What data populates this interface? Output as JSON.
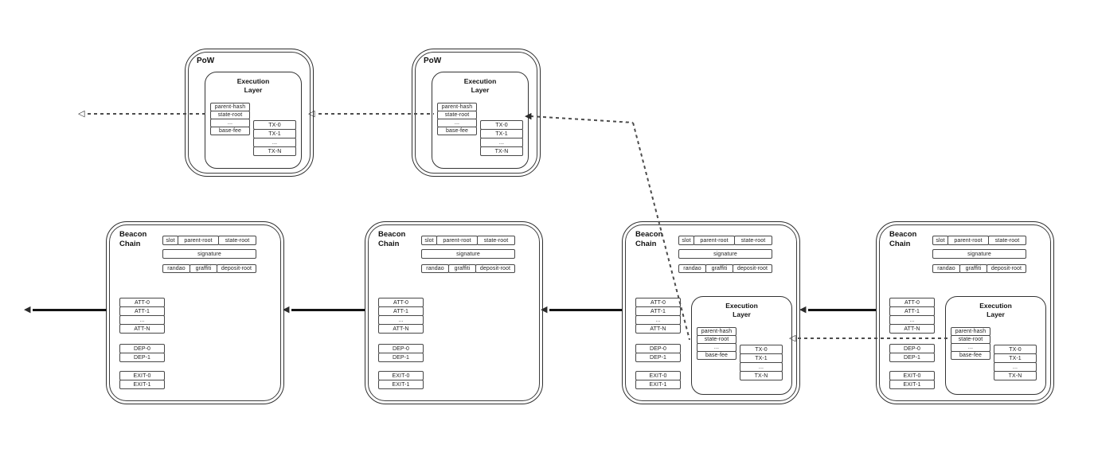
{
  "icons": {
    "open_arrowhead": "◁",
    "solid_arrowhead": "◀"
  },
  "pow_block": {
    "title": "PoW"
  },
  "beacon_block": {
    "title_line1": "Beacon",
    "title_line2": "Chain"
  },
  "execution_layer": {
    "title_line1": "Execution",
    "title_line2": "Layer",
    "fields": [
      "parent-hash",
      "state-root",
      "...",
      "base-fee"
    ],
    "transactions": [
      "TX-0",
      "TX-1",
      "...",
      "TX-N"
    ]
  },
  "beacon_body": {
    "header_cells": [
      "slot",
      "parent-root",
      "state-root"
    ],
    "signature": "signature",
    "meta_cells": [
      "randao",
      "graffiti",
      "deposit-root"
    ],
    "attestations": [
      "ATT-0",
      "ATT-1",
      "...",
      "ATT-N"
    ],
    "deposits": [
      "DEP-0",
      "DEP-1"
    ],
    "exits": [
      "EXIT-0",
      "EXIT-1"
    ]
  }
}
